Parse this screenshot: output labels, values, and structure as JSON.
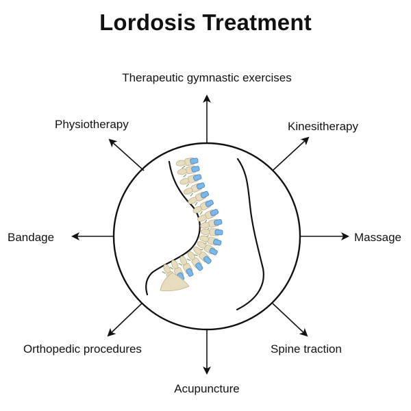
{
  "title": "Lordosis Treatment",
  "treatments": {
    "top": "Therapeutic gymnastic exercises",
    "top_left": "Physiotherapy",
    "top_right": "Kinesitherapy",
    "left": "Bandage",
    "right": "Massage",
    "bottom_left": "Orthopedic procedures",
    "bottom_right": "Spine traction",
    "bottom": "Acupuncture"
  },
  "colors": {
    "line": "#111111",
    "bone": "#e8dcc0",
    "bone_edge": "#bfae8a",
    "disc": "#7fb8e8",
    "disc_edge": "#3b7fc4",
    "nerve": "#6aa84f"
  }
}
